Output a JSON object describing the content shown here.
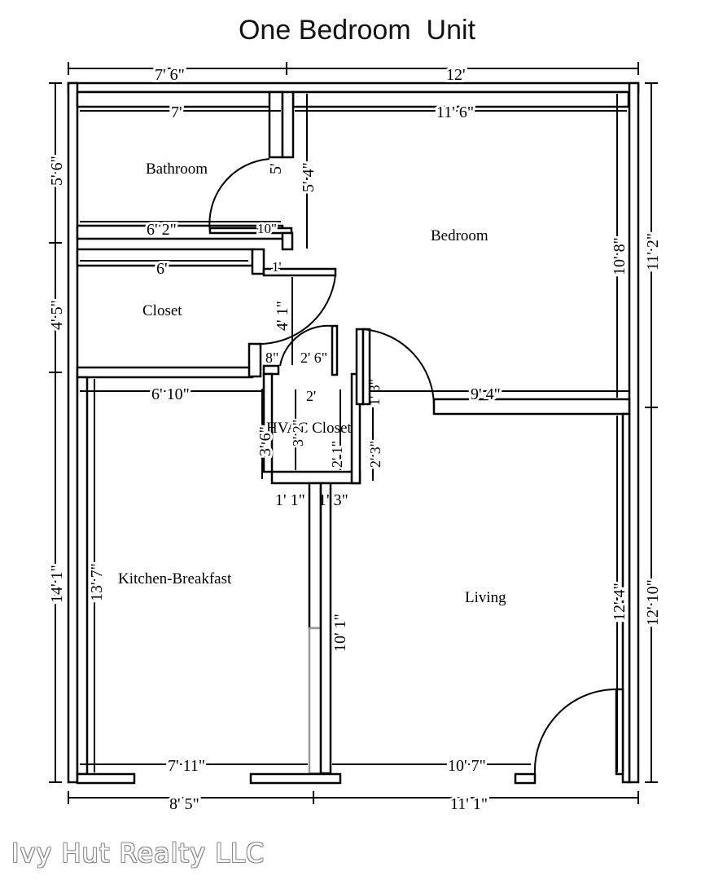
{
  "title": "One Bedroom  Unit",
  "watermark": "Ivy Hut Realty LLC",
  "rooms": {
    "bathroom": "Bathroom",
    "bedroom": "Bedroom",
    "closet": "Closet",
    "hvac_closet": "HVAC Closet",
    "kitchen": "Kitchen-Breakfast",
    "living": "Living"
  },
  "dimensions": {
    "top_left": "7' 6\"",
    "top_right": "12'",
    "bath_width": "7'",
    "bed_width": "11' 6\"",
    "left_top": "5' 6\"",
    "left_mid": "4' 5\"",
    "left_bottom": "14' 1\"",
    "right_top": "11' 2\"",
    "right_bottom": "12' 10\"",
    "bath_door": "5'",
    "bath_depth": "5' 4\"",
    "bath_lower": "6' 2\"",
    "bath_10": "10\"",
    "closet_width": "6'",
    "closet_1": "1'",
    "closet_depth": "4' 1\"",
    "hvac_8": "8\"",
    "hvac_26": "2' 6\"",
    "hvac_2": "2'",
    "hvac_13": "1' 3\"",
    "kitchen_width": "6' 10\"",
    "bed_lower": "9' 4\"",
    "hvac_36": "3' 6\"",
    "hvac_32": "3' 2\"",
    "hvac_21": "2' 1\"",
    "hvac_23": "2' 3\"",
    "wall_11": "1' 1\"",
    "wall_13": "1' 3\"",
    "bed_right": "10' 8\"",
    "kitchen_depth": "13' 7\"",
    "living_wall": "10' 1\"",
    "living_right": "12' 4\"",
    "kitchen_bottom": "7' 11\"",
    "living_bottom": "10' 7\"",
    "bottom_left": "8' 5\"",
    "bottom_right": "11' 1\""
  }
}
